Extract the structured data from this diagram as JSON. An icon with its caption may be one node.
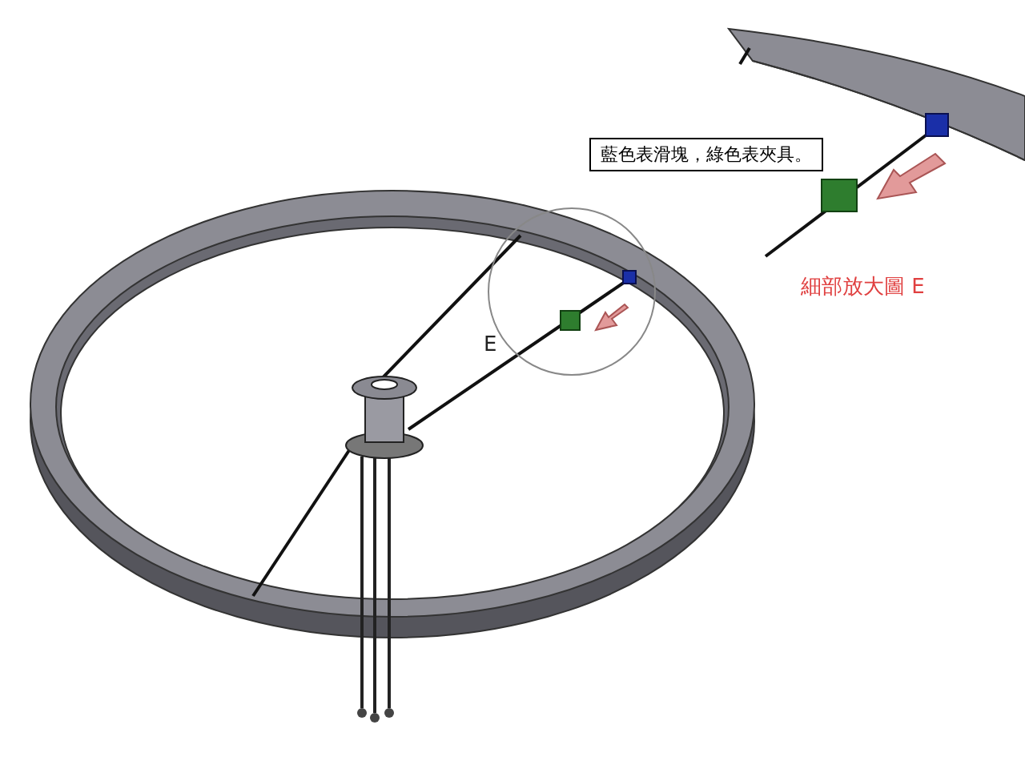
{
  "diagram": {
    "labels": [
      "藍色表滑塊，綠色表夾具。",
      "細部放大圖 E",
      "E"
    ]
  }
}
